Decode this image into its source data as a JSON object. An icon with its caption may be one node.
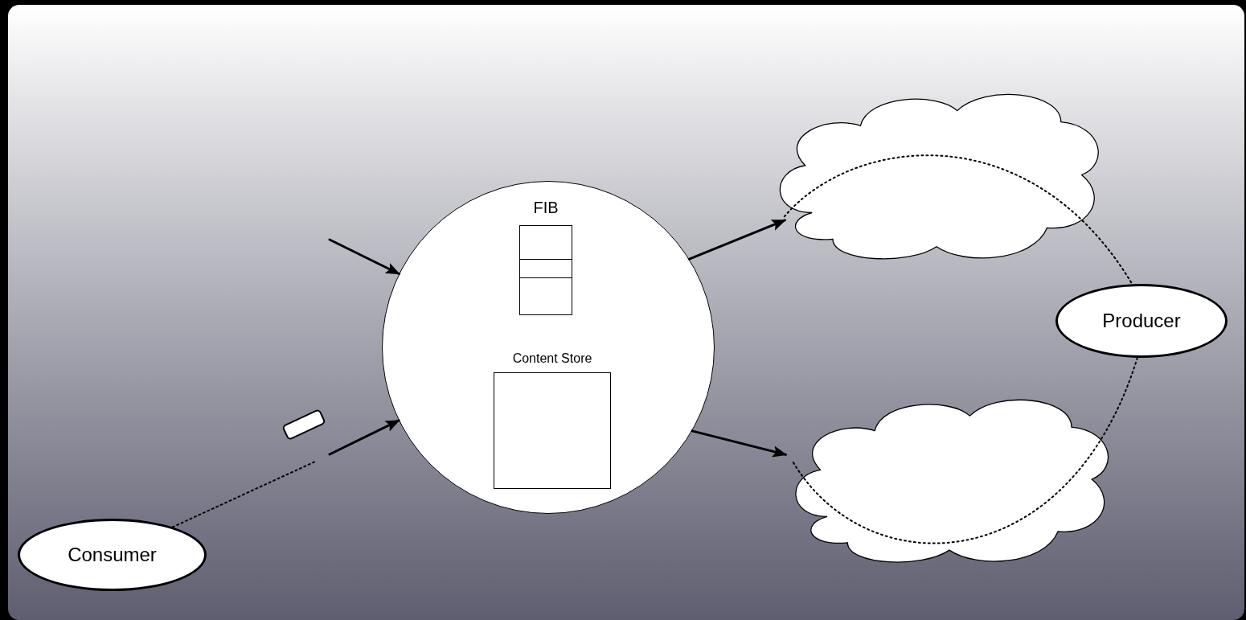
{
  "diagram": {
    "nodes": [
      {
        "text": [
          "Consumer"
        ]
      },
      {
        "text": [],
        "shape": "circle"
      },
      {
        "text": [
          "FIB"
        ],
        "in": 1
      },
      {
        "text": [
          "Content Store"
        ],
        "in": 1
      },
      {
        "text": [],
        "shape": "cloud"
      },
      {
        "text": [],
        "shape": "cloud"
      },
      {
        "text": [
          "Producer"
        ]
      },
      {
        "text": [],
        "shape": "box"
      }
    ],
    "edges": [
      {
        "from": null,
        "to": 1,
        "arrow": "to"
      },
      {
        "from": 0,
        "to": 7,
        "arrow": "none",
        "style": "dashed"
      },
      {
        "from": 7,
        "to": 1,
        "arrow": "to"
      },
      {
        "from": 1,
        "to": 4,
        "arrow": "to"
      },
      {
        "from": 1,
        "to": 5,
        "arrow": "to"
      },
      {
        "from": 4,
        "to": 6,
        "arrow": "none",
        "style": "dashed"
      },
      {
        "from": 5,
        "to": 6,
        "arrow": "none",
        "style": "dashed"
      }
    ]
  }
}
